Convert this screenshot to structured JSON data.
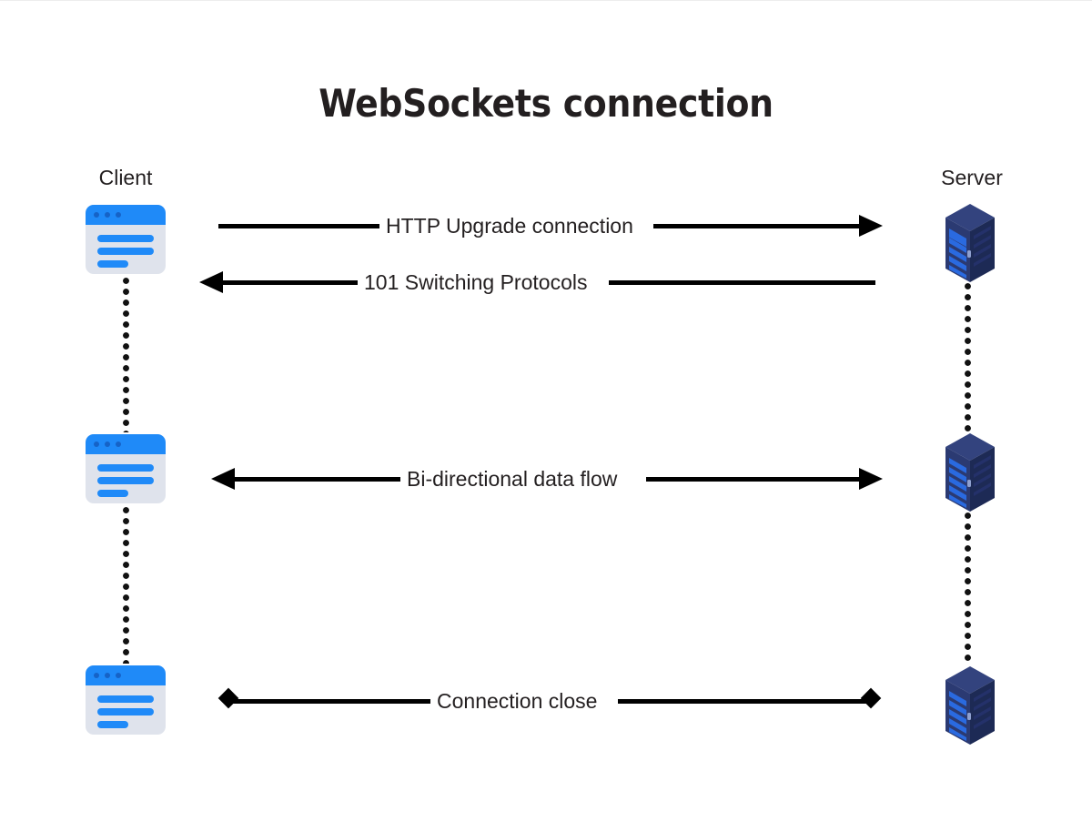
{
  "diagram": {
    "title": "WebSockets connection",
    "background_color": "#ffffff",
    "text_color": "#231f20",
    "line_color": "#000000"
  },
  "actors": [
    {
      "id": "client",
      "label": "Client",
      "icon": "browser-window-icon",
      "icon_colors": {
        "bar": "#1f8af8",
        "body": "#dfe3ec",
        "lines": "#1f8af8",
        "dots": "#1663c7"
      }
    },
    {
      "id": "server",
      "label": "Server",
      "icon": "server-rack-icon",
      "icon_colors": {
        "top": "#33437e",
        "front": "#2b3a72",
        "side": "#1d2a55",
        "slots": "#2a6ae0"
      }
    }
  ],
  "messages": [
    {
      "id": "http-upgrade",
      "label": "HTTP Upgrade connection",
      "direction": "client-to-server",
      "start_cap": "none",
      "end_cap": "arrow"
    },
    {
      "id": "switching",
      "label": "101 Switching Protocols",
      "direction": "server-to-client",
      "start_cap": "arrow",
      "end_cap": "none"
    },
    {
      "id": "bidirectional",
      "label": "Bi-directional data flow",
      "direction": "bidirectional",
      "start_cap": "arrow",
      "end_cap": "arrow"
    },
    {
      "id": "connection-close",
      "label": "Connection close",
      "direction": "bidirectional",
      "start_cap": "diamond",
      "end_cap": "diamond"
    }
  ]
}
